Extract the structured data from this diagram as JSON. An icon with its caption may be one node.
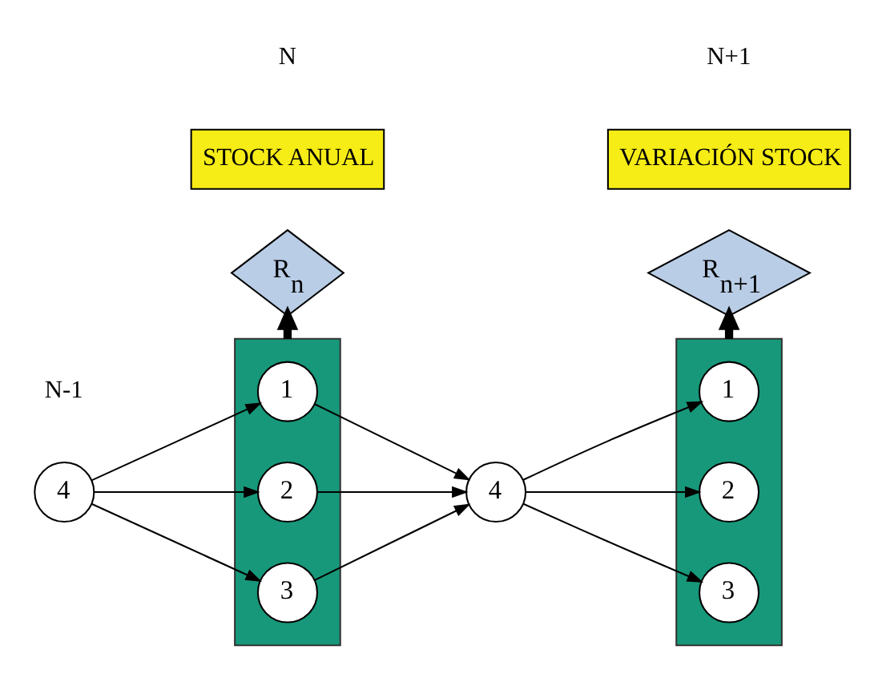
{
  "diagram": {
    "nodes": [
      {
        "text": [
          "4"
        ]
      },
      {
        "text": [],
        "shape": "box"
      },
      {
        "text": [
          "1"
        ],
        "in": 1
      },
      {
        "text": [
          "2"
        ],
        "in": 1
      },
      {
        "text": [
          "3"
        ],
        "in": 1
      },
      {
        "text": [
          "R$_{n}$"
        ]
      },
      {
        "text": [
          "4"
        ]
      },
      {
        "text": [],
        "shape": "box"
      },
      {
        "text": [
          "1"
        ],
        "in": 7
      },
      {
        "text": [
          "2"
        ],
        "in": 7
      },
      {
        "text": [
          "3"
        ],
        "in": 7
      },
      {
        "text": [
          "R$_{n+1}$"
        ]
      },
      {
        "text": [
          "STOCK ANUAL"
        ]
      },
      {
        "text": [
          "VARIACIÓN STOCK"
        ]
      }
    ],
    "edges": [
      {
        "from": 0,
        "to": 2,
        "arrow": "to"
      },
      {
        "from": 0,
        "to": 3,
        "arrow": "to"
      },
      {
        "from": 0,
        "to": 4,
        "arrow": "to"
      },
      {
        "from": 1,
        "to": 5,
        "arrow": "to",
        "style": "thick"
      },
      {
        "from": 2,
        "to": 6,
        "arrow": "to"
      },
      {
        "from": 3,
        "to": 6,
        "arrow": "to"
      },
      {
        "from": 4,
        "to": 6,
        "arrow": "to"
      },
      {
        "from": 6,
        "to": 8,
        "arrow": "to"
      },
      {
        "from": 6,
        "to": 9,
        "arrow": "to"
      },
      {
        "from": 6,
        "to": 10,
        "arrow": "to"
      },
      {
        "from": 7,
        "to": 11,
        "arrow": "to",
        "style": "thick"
      }
    ],
    "labels": [
      "N-1",
      "N",
      "N+1"
    ]
  }
}
